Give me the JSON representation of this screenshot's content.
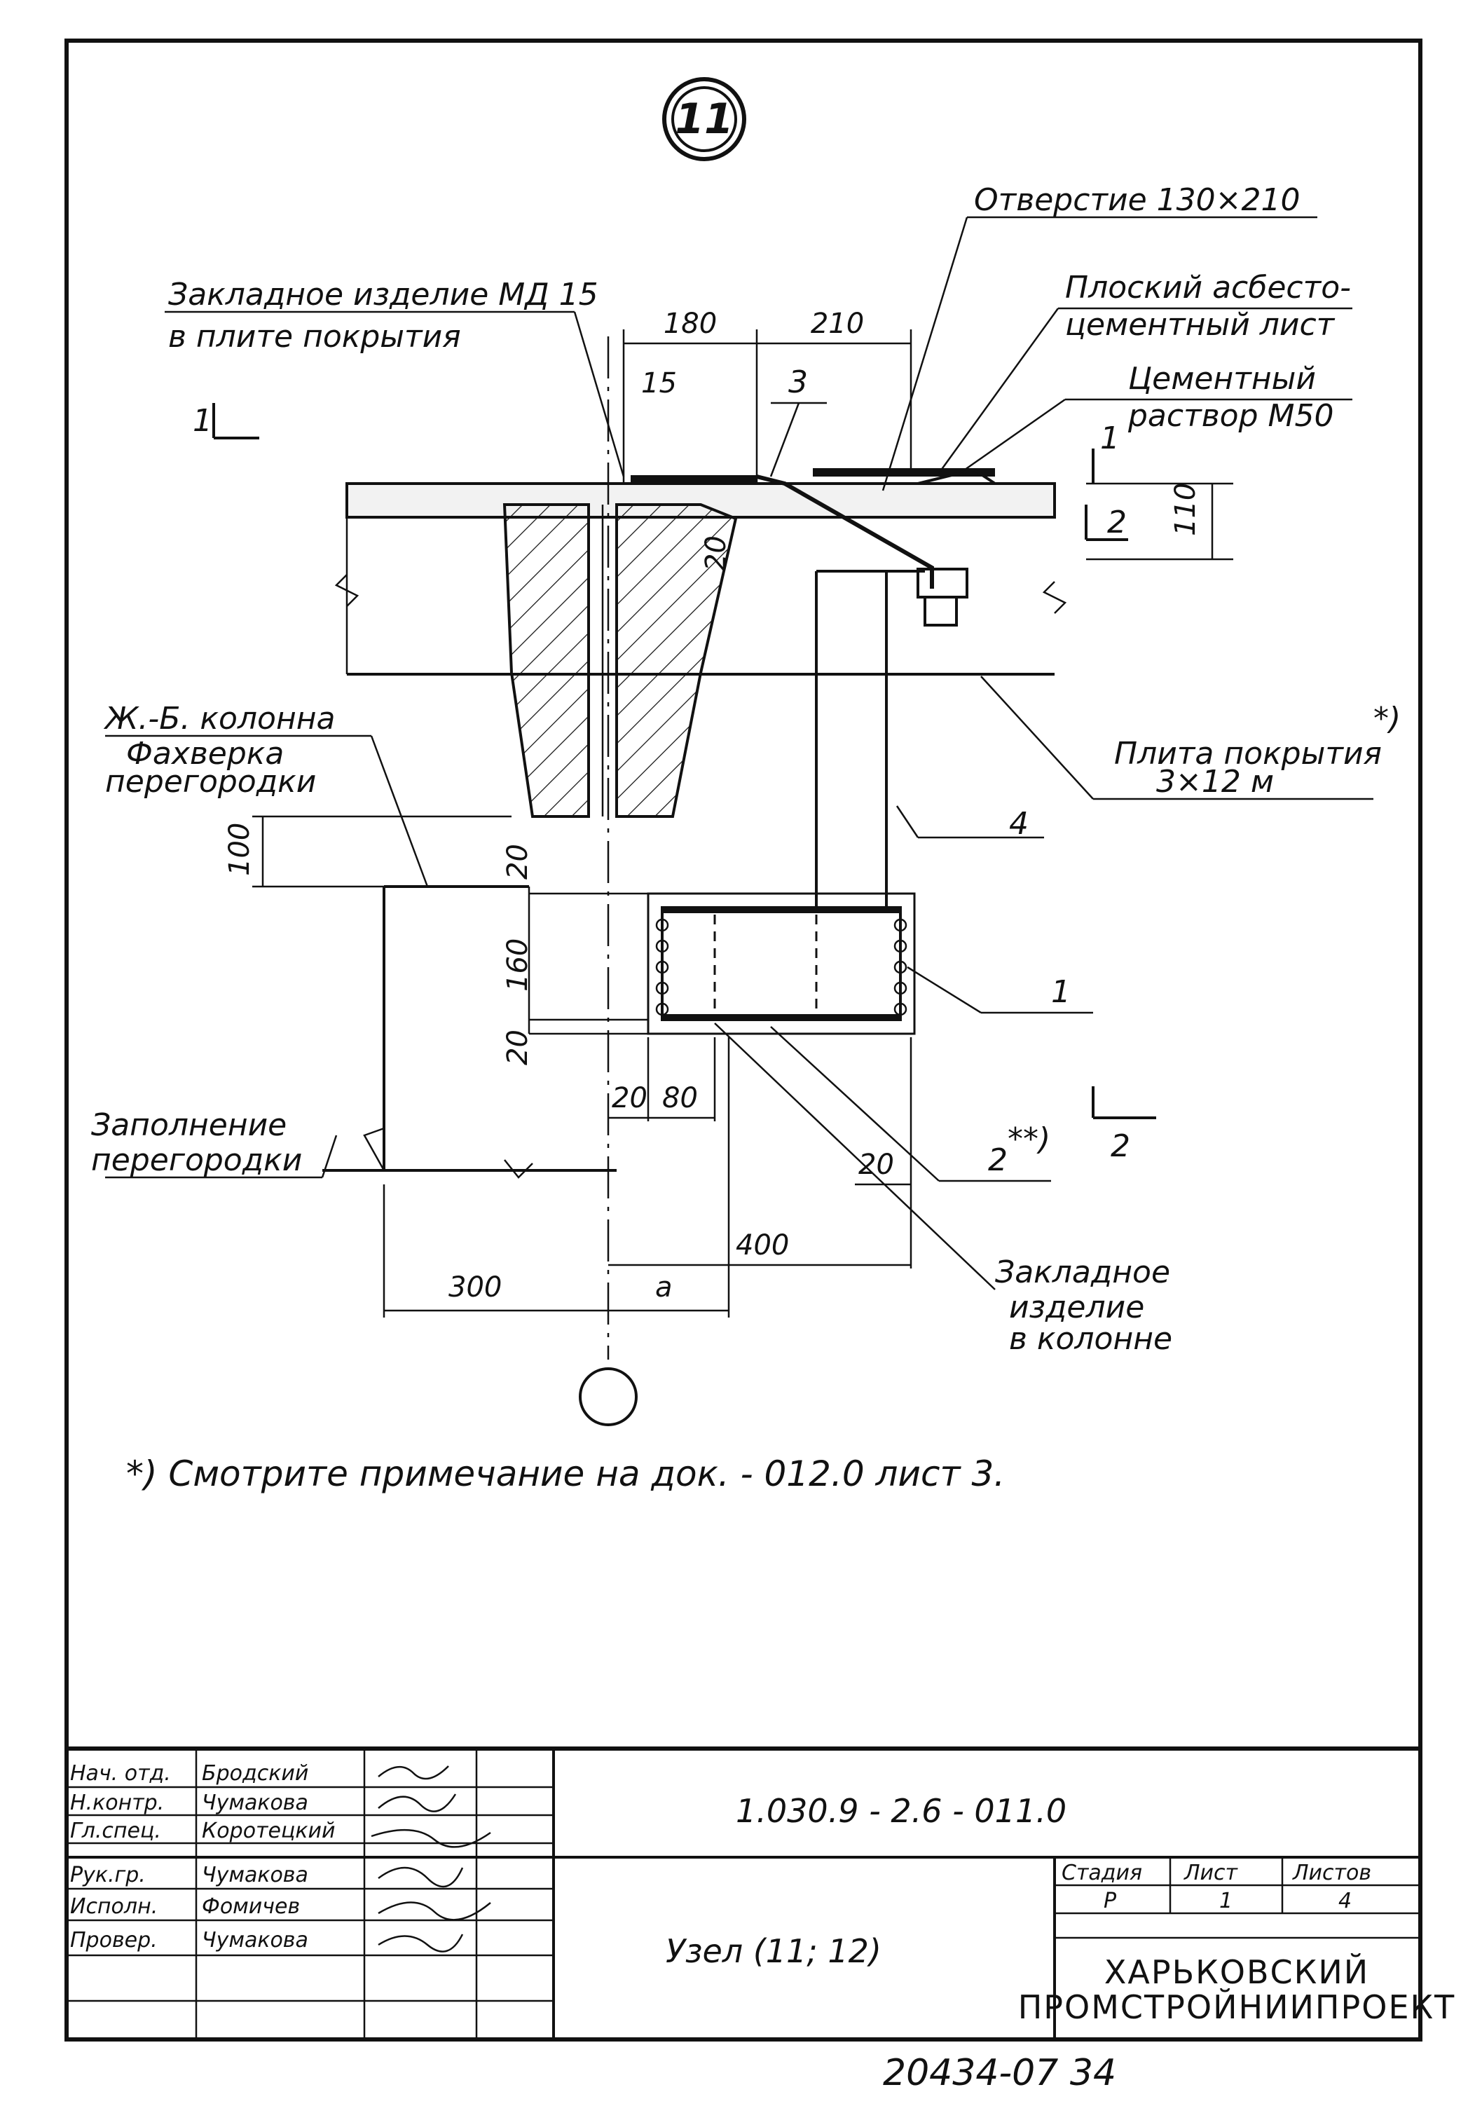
{
  "drawing": {
    "node_number": "11",
    "labels": {
      "opening": "Отверстие  130×210",
      "embedded_md15_l1": "Закладное изделие МД 15",
      "embedded_md15_l2": "в плите покрытия",
      "asbestos_l1": "Плоский асбесто-",
      "asbestos_l2": "цементный лист",
      "mortar_l1": "Цементный",
      "mortar_l2": "раствор М50",
      "column_l1": "Ж.-Б. колонна",
      "facing_l1": "Фахверка",
      "facing_l2": "перегородки",
      "slab_l1": "Плита покрытия",
      "slab_l2": "3×12 м",
      "slab_note": "*)",
      "fill_l1": "Заполнение",
      "fill_l2": "перегородки",
      "embedded_col_l1": "Закладное",
      "embedded_col_l2": "изделие",
      "embedded_col_l3": "в колонне",
      "pos_1": "1",
      "pos_2": "2",
      "pos_2_note": "**)",
      "pos_3": "3",
      "pos_4": "4",
      "section_1": "1",
      "section_2a": "2",
      "section_2b": "2",
      "axis_a": "a"
    },
    "dimensions": {
      "d180": "180",
      "d210": "210",
      "d15": "15",
      "d110": "110",
      "d20_slab": "20",
      "d100": "100",
      "d20_top": "20",
      "d160": "160",
      "d20_bot": "20",
      "d20_left": "20",
      "d80": "80",
      "d20_right": "20",
      "d400": "400",
      "d300": "300"
    },
    "note": "*) Смотрите примечание на док. - 012.0 лист 3."
  },
  "title_block": {
    "roles": [
      "Нач. отд.",
      "Н.контр.",
      "Гл.спец.",
      "Рук.гр.",
      "Исполн.",
      "Провер."
    ],
    "names": [
      "Бродский",
      "Чумакова",
      "Коротецкий",
      "Чумакова",
      "Фомичев",
      "Чумакова"
    ],
    "doc_code": "1.030.9 - 2.6 - 011.0",
    "title": "Узел  (11; 12)",
    "stage_header": "Стадия",
    "sheet_header": "Лист",
    "sheets_header": "Листов",
    "stage": "Р",
    "sheet": "1",
    "sheets": "4",
    "org_l1": "ХАРЬКОВСКИЙ",
    "org_l2": "ПРОМСТРОЙНИИПРОЕКТ"
  },
  "footer": {
    "archive_number": "20434-07  34"
  }
}
